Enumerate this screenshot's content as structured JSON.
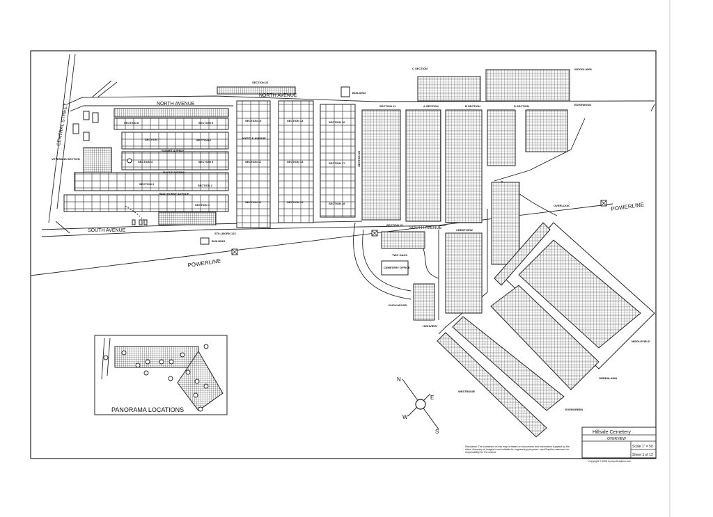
{
  "streets": {
    "north_avenue": "NORTH AVENUE",
    "north_avenue_2": "NORTH AVENUE",
    "south_avenue": "SOUTH AVENUE",
    "south_avenue_2": "SOUTH AVENUE",
    "central_street": "CENTRAL STREET",
    "powerline_left": "POWERLINE",
    "powerline_right": "POWERLINE",
    "myrtle_avenue": "MYRTLE AVENUE",
    "summit_avenue": "SUMMIT AVENUE",
    "maple_avenue": "MAPLE AVENUE",
    "hawthorne_avenue": "HAWTHORNE AVENUE"
  },
  "sections": {
    "s1": "SECTION 1",
    "s2": "SECTION 2",
    "s3": "SECTION 3",
    "s4": "SECTION 4",
    "s5": "SECTION 5",
    "s6": "SECTION 6",
    "s7": "SECTION 7",
    "s8": "SECTION 8",
    "s9": "SECTION 9",
    "s10": "SECTION 10",
    "s11": "SECTION 11",
    "s12": "SECTION 12",
    "s13": "SECTION 13",
    "s14": "SECTION 14",
    "s15": "SECTION 15",
    "s16": "SECTION 16",
    "s17": "SECTION 17",
    "s18": "SECTION 18",
    "s19": "SECTION 19",
    "s20": "SECTION 20",
    "s21": "SECTION 21",
    "s22": "SECTION 22",
    "a": "A SECTION",
    "b": "B SECTION",
    "c": "C SECTION",
    "d": "D SECTION",
    "veterans": "VETERANS SECTION",
    "stillborn": "STILLBORN 12C"
  },
  "areas": {
    "woodlawn": "WOODLAWN",
    "edgewood": "EDGEWOOD",
    "overlook": "OVERLOOK",
    "crestview": "CRESTVIEW",
    "two_oaks": "TWO OAKS",
    "knollwood": "KNOLLWOOD",
    "highview": "HIGHVIEW",
    "westridge": "WESTRIDGE",
    "middlefield": "MIDDLEFIELD",
    "greenlawn": "GREENLAWN",
    "evergreen": "EVERGREEN",
    "cemetery_office": "CEMETERY OFFICE",
    "building_top": "BUILDING",
    "building_bottom": "BUILDING"
  },
  "inset": {
    "title": "PANORAMA LOCATIONS"
  },
  "compass": {
    "n": "N",
    "s": "S",
    "e": "E",
    "w": "W"
  },
  "title_block": {
    "title": "Hillside Cemetery",
    "subtitle": "OVERVIEW",
    "scale": "Scale 1\" = 50",
    "sheet": "Sheet 1 of 12",
    "copyright": "Copyright © 2004 by topoGraphics.com"
  },
  "disclaimer": "Disclaimer: The contained on this map is based on documents and information supplied by the client. Accuracy of images is not suitable for engineering purposes. topoGraphics assumes no responsibility for it's content.",
  "colors": {
    "ink": "#222222",
    "paper": "#ffffff"
  }
}
